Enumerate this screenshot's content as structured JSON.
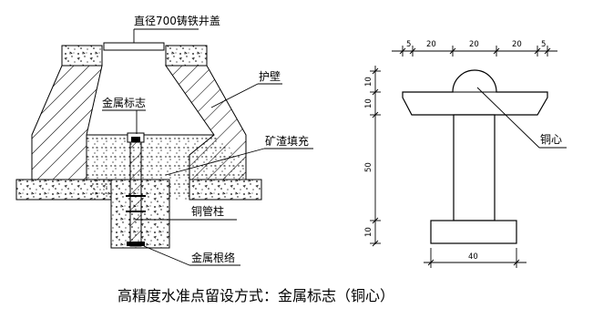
{
  "labels": {
    "manhole_cover": "直径700铸铁井盖",
    "guard_wall": "护壁",
    "metal_mark": "金属标志",
    "slag_fill": "矿渣填充",
    "copper_pipe": "铜管柱",
    "metal_root": "金属根络",
    "copper_core": "铜心"
  },
  "dimensions": {
    "top_5_left": "5",
    "top_20_a": "20",
    "top_20_b": "20",
    "top_20_c": "20",
    "top_5_right": "5",
    "left_10_a": "10",
    "left_10_b": "10",
    "left_50": "50",
    "left_10_c": "10",
    "bottom_40": "40"
  },
  "caption": "高精度水准点留设方式：金属标志（铜心）"
}
